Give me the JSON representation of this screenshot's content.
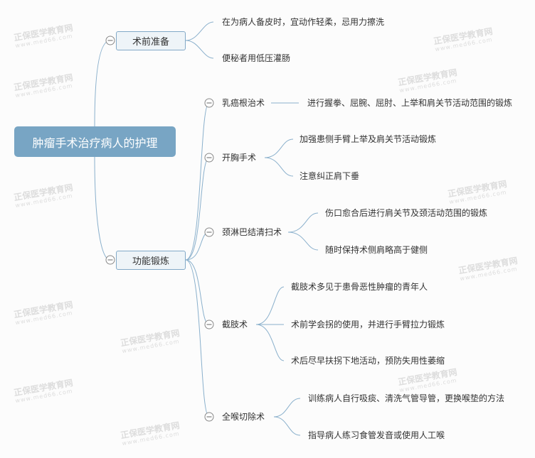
{
  "watermark": {
    "name": "正保医学教育网",
    "url": "www.med66.com"
  },
  "root": "肿瘤手术治疗病人的护理",
  "pre": {
    "label": "术前准备",
    "items": [
      "在为病人备皮时，宜动作轻柔，忌用力擦洗",
      "便秘者用低压灌肠"
    ]
  },
  "func": {
    "label": "功能锻炼",
    "groups": [
      {
        "label": "乳癌根治术",
        "items": [
          "进行握拳、屈腕、屈肘、上举和肩关节活动范围的锻炼"
        ]
      },
      {
        "label": "开胸手术",
        "items": [
          "加强患侧手臂上举及肩关节活动锻炼",
          "注意纠正肩下垂"
        ]
      },
      {
        "label": "颈淋巴结清扫术",
        "items": [
          "伤口愈合后进行肩关节及颈活动范围的锻炼",
          "随时保持术侧肩略高于健侧"
        ]
      },
      {
        "label": "截肢术",
        "items": [
          "截肢术多见于患骨恶性肿瘤的青年人",
          "术前学会拐的使用，并进行手臂拉力锻炼",
          "术后尽早扶拐下地活动，预防失用性萎缩"
        ]
      },
      {
        "label": "全喉切除术",
        "items": [
          "训练病人自行吸痰、清洗气管导管，更换喉垫的方法",
          "指导病人练习食管发音或使用人工喉"
        ]
      }
    ]
  },
  "colors": {
    "line": "#8ab0cc",
    "root": "#78a5c4"
  }
}
